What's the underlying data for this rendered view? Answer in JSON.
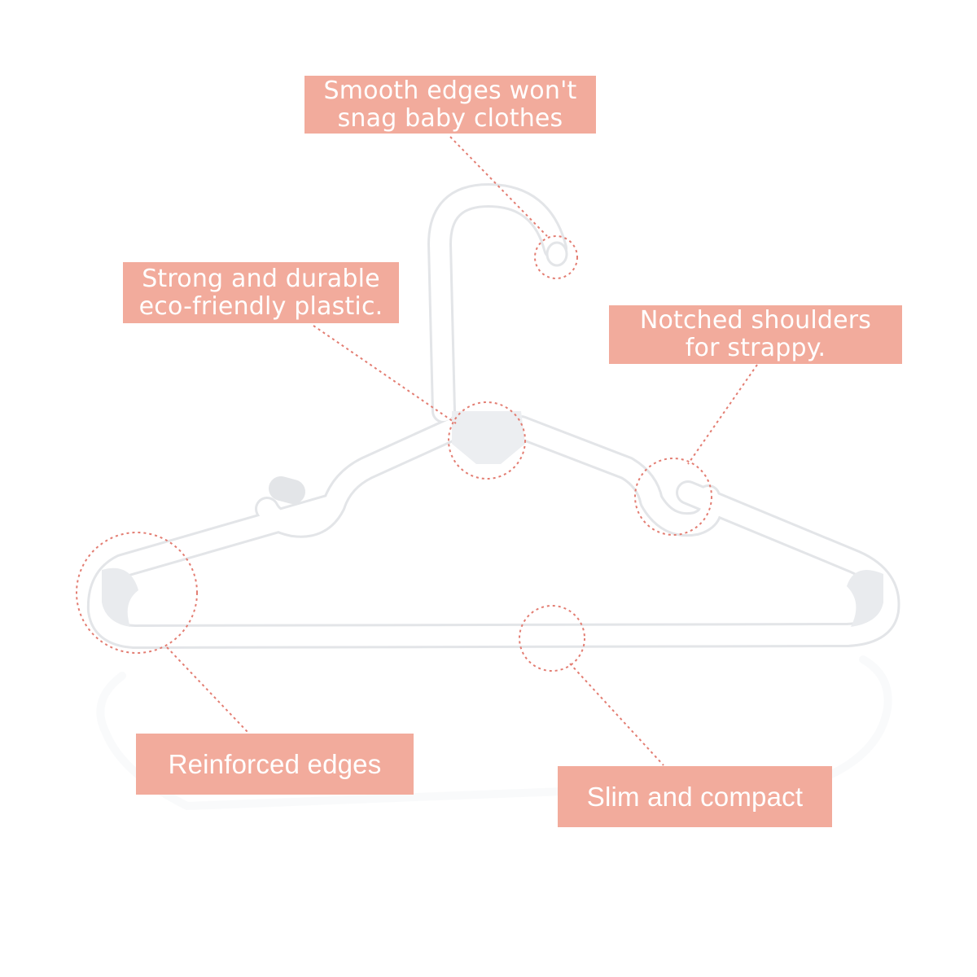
{
  "callouts": {
    "smooth_edges": {
      "line1": "Smooth edges won't",
      "line2": "snag baby clothes"
    },
    "strong_durable": {
      "line1": "Strong and durable",
      "line2": "eco-friendly plastic."
    },
    "notched_shoulders": {
      "line1": "Notched shoulders",
      "line2": "for strappy."
    },
    "reinforced_edges": {
      "label": "Reinforced edges"
    },
    "slim_compact": {
      "label": "Slim and compact"
    }
  },
  "colors": {
    "callout_fill": "#f2ab9c",
    "callout_text": "#ffffff",
    "leader_line": "#e37d72",
    "hanger": "#ffffff",
    "hanger_shadow": "#e6e7ea"
  }
}
